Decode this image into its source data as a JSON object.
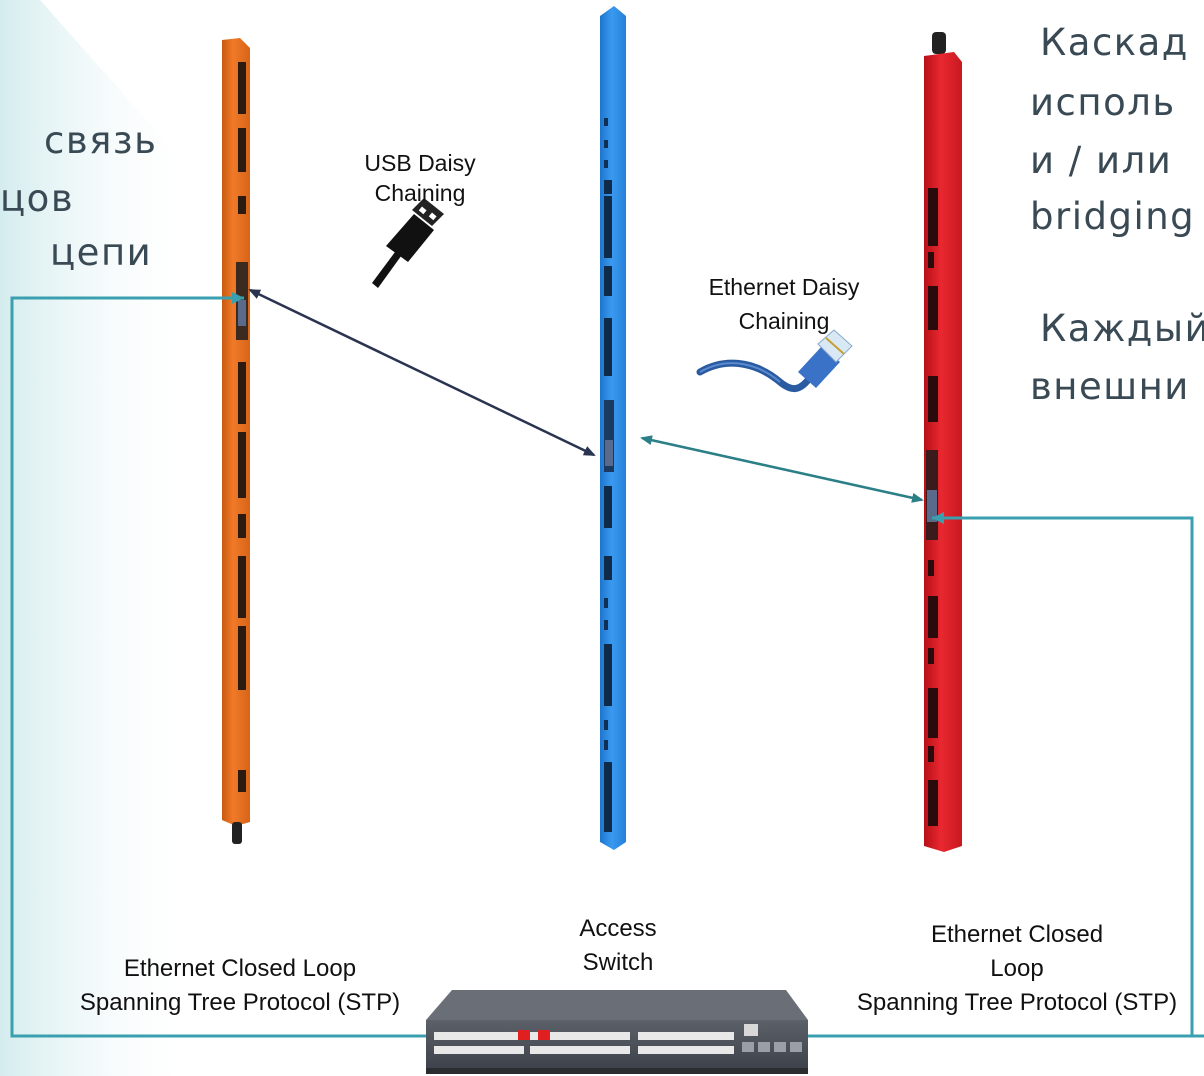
{
  "left_text": {
    "line1": "связь",
    "line2": "цов",
    "line3": "цепи"
  },
  "right_text": {
    "line1": "Каскад",
    "line2": "исполь",
    "line3": "и / или",
    "line4": "bridging",
    "line5": "Каждый",
    "line6": "внешни"
  },
  "labels": {
    "usb_line1": "USB Daisy",
    "usb_line2": "Chaining",
    "eth_line1": "Ethernet Daisy",
    "eth_line2": "Chaining",
    "switch_line1": "Access",
    "switch_line2": "Switch",
    "left_loop_line1": "Ethernet Closed Loop",
    "left_loop_line2": "Spanning Tree Protocol (STP)",
    "right_loop_line1": "Ethernet Closed",
    "right_loop_line2": "Loop",
    "right_loop_line3": "Spanning Tree Protocol (STP)"
  },
  "colors": {
    "pdu_orange": "#e8701e",
    "pdu_blue": "#2f8fe8",
    "pdu_red": "#e0202a",
    "loop_line": "#3aa0b0",
    "usb_arrow": "#2a3450",
    "eth_arrow": "#2b7f86",
    "switch_body": "#4a4e55"
  },
  "icons": {
    "usb": "usb-plug-icon",
    "ethernet": "ethernet-cable-icon"
  }
}
